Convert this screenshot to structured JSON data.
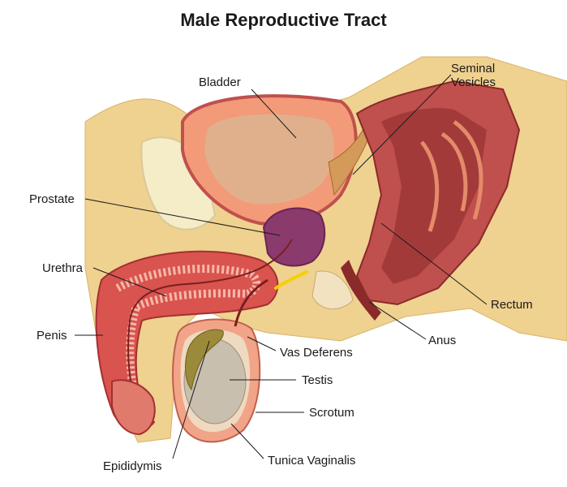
{
  "title": "Male Reproductive Tract",
  "labels": {
    "bladder": "Bladder",
    "seminal_vesicles_1": "Seminal",
    "seminal_vesicles_2": "Vesicles",
    "prostate": "Prostate",
    "urethra": "Urethra",
    "penis": "Penis",
    "rectum": "Rectum",
    "anus": "Anus",
    "vas_deferens": "Vas Deferens",
    "testis": "Testis",
    "scrotum": "Scrotum",
    "epididymis": "Epididymis",
    "tunica_vaginalis": "Tunica Vaginalis"
  },
  "colors": {
    "fat_tissue": "#f0d08c",
    "muscle_wall": "#c0504d",
    "bladder_lining": "#f39a78",
    "prostate": "#8b3a6e",
    "penis_tissue": "#d9534f",
    "testis": "#c8bfae",
    "rectum": "#a33a3a",
    "leader_line": "#1a1a1a"
  }
}
